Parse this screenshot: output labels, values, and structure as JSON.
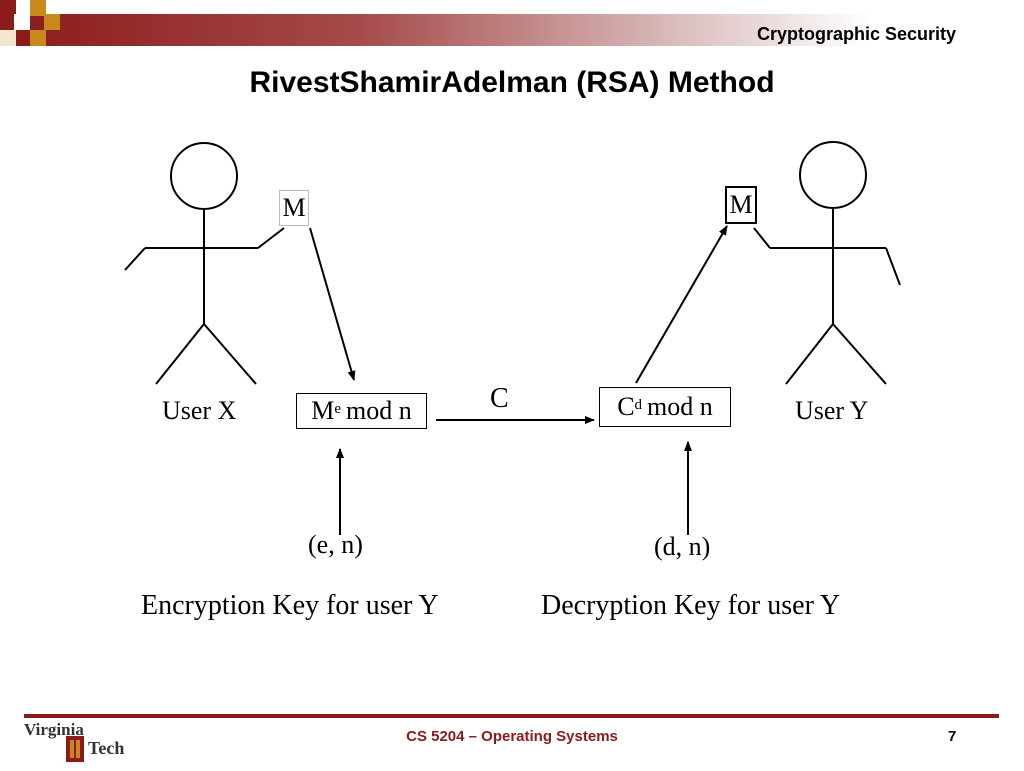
{
  "header": {
    "title": "Cryptographic Security",
    "colors": {
      "bar": "#8b1a1a",
      "accent": "#c9891a"
    }
  },
  "slide": {
    "title": "RivestShamirAdelman (RSA) Method"
  },
  "diagram": {
    "sender": {
      "label": "User X",
      "message": "M"
    },
    "receiver": {
      "label": "User Y",
      "message": "M"
    },
    "encrypt_box": {
      "base": "M",
      "exponent": "e",
      "rest": "mod n"
    },
    "decrypt_box": {
      "base": "C",
      "exponent": "d",
      "rest": "mod n"
    },
    "ciphertext_label": "C",
    "encryption_key": {
      "pair": "(e, n)",
      "caption": "Encryption Key for user Y"
    },
    "decryption_key": {
      "pair": "(d, n)",
      "caption": "Decryption Key for user Y"
    }
  },
  "footer": {
    "logo_text_top": "Virginia",
    "logo_text_bottom": "Tech",
    "course": "CS 5204 – Operating Systems",
    "page": "7"
  }
}
